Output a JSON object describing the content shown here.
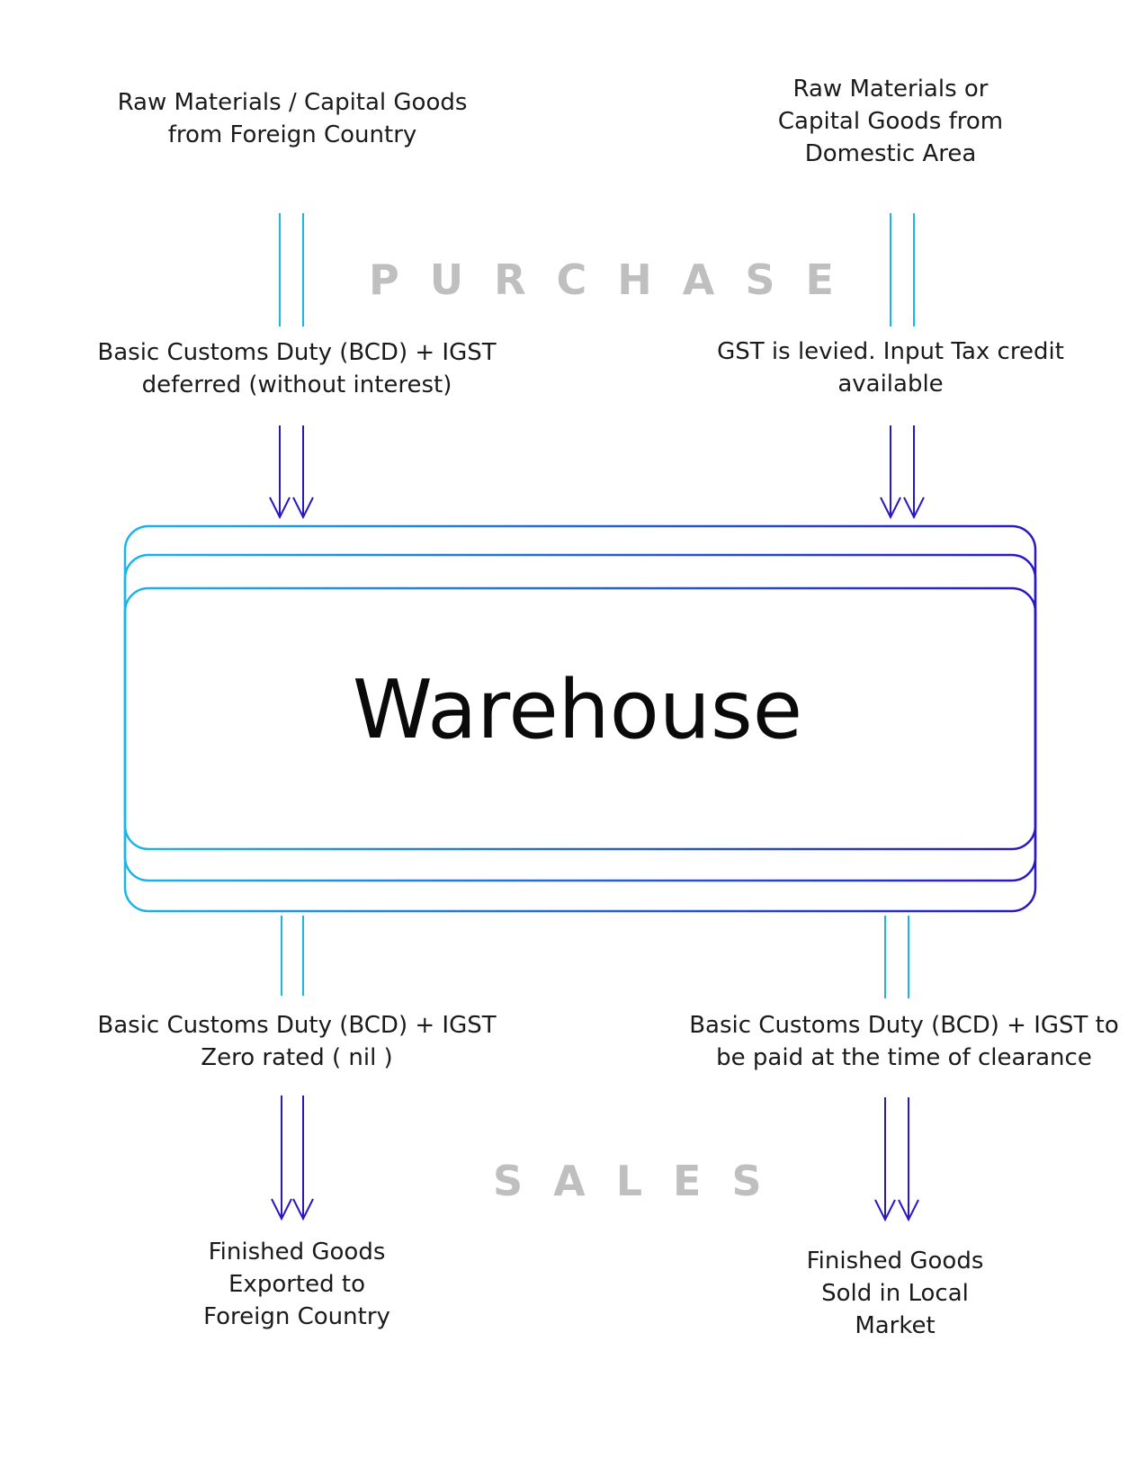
{
  "purchase": {
    "heading": "PURCHASE",
    "foreign_source": "Raw Materials / Capital Goods from Foreign Country",
    "domestic_source": "Raw Materials or Capital Goods from Domestic Area",
    "foreign_tax": "Basic Customs Duty (BCD) + IGST deferred (without interest)",
    "domestic_tax": "GST is levied. Input Tax credit available"
  },
  "warehouse": {
    "title": "Warehouse"
  },
  "sales": {
    "heading": "SALES",
    "export_tax": "Basic Customs Duty (BCD) + IGST Zero rated ( nil )",
    "local_tax": "Basic Customs Duty (BCD) + IGST to be paid at the time of clearance",
    "export_destination": "Finished Goods Exported to Foreign Country",
    "local_destination": "Finished Goods Sold in Local Market"
  },
  "colors": {
    "gradient_start": "#1cb5e8",
    "gradient_end": "#2a17c4",
    "heading_gray": "#bfbfbf"
  }
}
